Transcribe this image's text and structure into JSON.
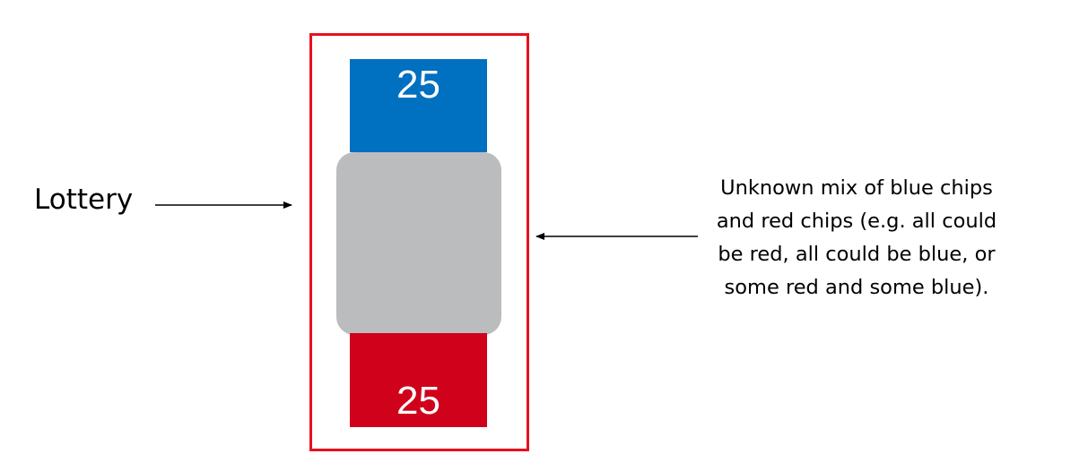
{
  "lottery": {
    "label": "Lottery",
    "frame_color": "#e8101e"
  },
  "blocks": {
    "blue": {
      "value": "25",
      "color": "#0070c0"
    },
    "red": {
      "value": "25",
      "color": "#d0021b"
    },
    "unknown_color": "#bbbcbe"
  },
  "description": {
    "lines": [
      "Unknown mix of blue chips",
      "and red chips (e.g. all could",
      "be red, all could be blue, or",
      "some red and some blue)."
    ]
  }
}
